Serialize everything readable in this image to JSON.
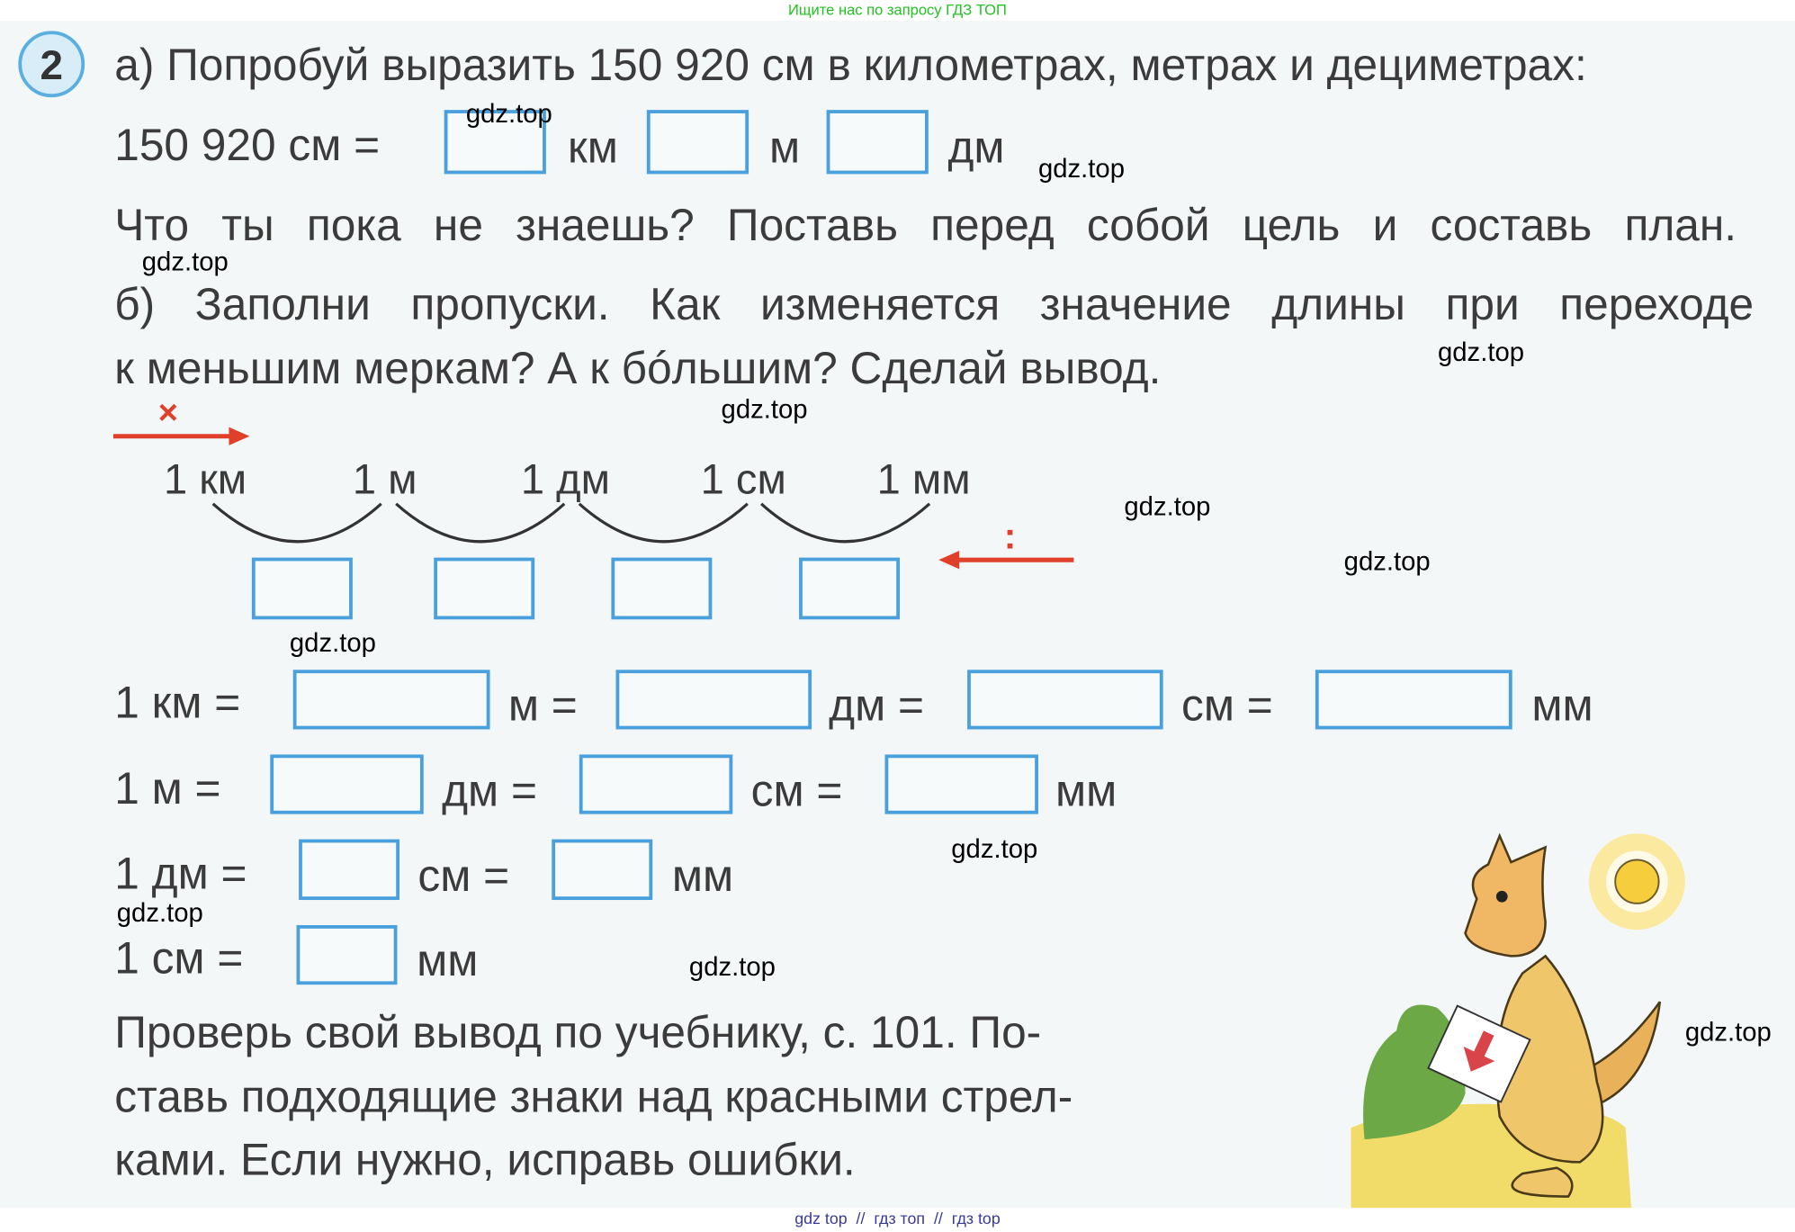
{
  "header_watermark": "Ищите нас по запросу ГДЗ ТОП",
  "footer_watermark": "gdz top  //  гдз топ  //  гдз top",
  "task_number": "2",
  "part_a": {
    "line1": "а) Попробуй выразить 150 920 см в километрах, метрах и дециметрах:",
    "lhs": "150 920 см =",
    "units": [
      "км",
      "м",
      "дм"
    ],
    "line3": "Что ты пока не знаешь? Поставь перед собой цель и составь план."
  },
  "part_b": {
    "line1": "б) Заполни пропуски. Как изменяется значение длины при переходе",
    "line2": "к меньшим меркам? А к бóльшим? Сделай вывод.",
    "multiply_sign": "×",
    "divide_sign": ":",
    "scale_units": [
      "1 км",
      "1 м",
      "1 дм",
      "1 см",
      "1 мм"
    ]
  },
  "equations": [
    {
      "parts": [
        "1 км =",
        "м =",
        "дм =",
        "см =",
        "мм"
      ]
    },
    {
      "parts": [
        "1 м =",
        "дм =",
        "см =",
        "мм"
      ]
    },
    {
      "parts": [
        "1 дм =",
        "см =",
        "мм"
      ]
    },
    {
      "parts": [
        "1 см =",
        "мм"
      ]
    }
  ],
  "conclusion": [
    "Проверь свой вывод по учебнику, с. 101. По-",
    "ставь подходящие знаки над красными стрел-",
    "ками. Если нужно, исправь ошибки."
  ],
  "watermarks": [
    "gdz.top",
    "gdz.top",
    "gdz.top",
    "gdz.top",
    "gdz.top",
    "gdz.top",
    "gdz.top",
    "gdz.top",
    "gdz.top",
    "gdz.top",
    "gdz.top",
    "gdz.top"
  ],
  "colors": {
    "box": "#4aa0dc",
    "arrow": "#e0402a",
    "text": "#3b3b3b",
    "header_watermark": "#22c322"
  }
}
